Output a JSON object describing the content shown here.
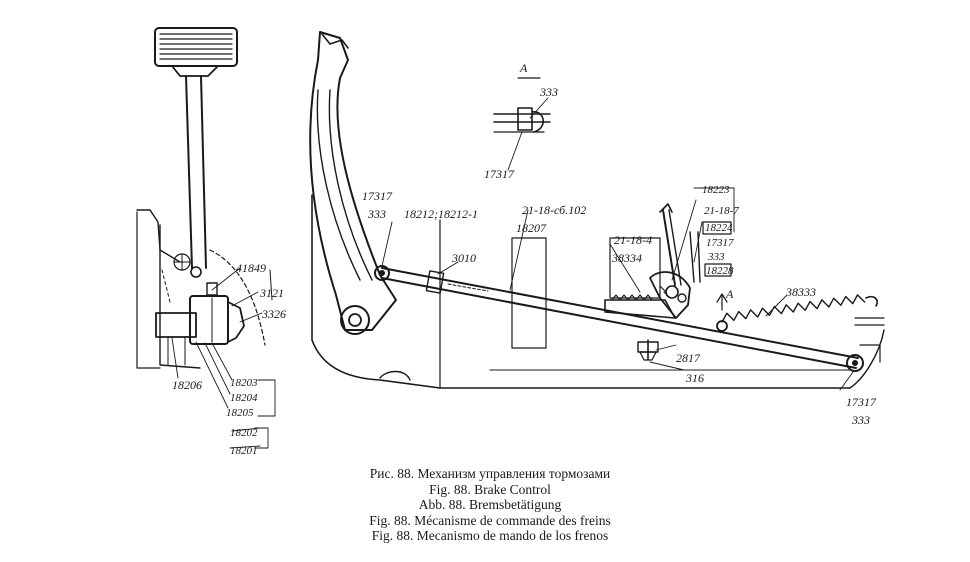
{
  "labels": {
    "view_a": "A",
    "p333_top": "333",
    "p17317_top": "17317",
    "p17317_left": "17317",
    "p333_left": "333",
    "p18212": "18212;18212-1",
    "p21_18_sb": "21-18-сб.102",
    "p18207": "18207",
    "p3010": "3010",
    "p21_18_4": "21-18-4",
    "p38334": "38334",
    "p18223": "18223",
    "p21_18_7": "21-18-7",
    "p18224": "18224",
    "p17317_mid": "17317",
    "p333_mid": "333",
    "p18228": "18228",
    "arrow_a": "A",
    "p38333": "38333",
    "p2817": "2817",
    "p316": "316",
    "p17317_right": "17317",
    "p333_right": "333",
    "p41849": "41849",
    "p3121": "3121",
    "p3326": "3326",
    "p18206": "18206",
    "p18203": "18203",
    "p18204": "18204",
    "p18205": "18205",
    "p18202": "18202",
    "p18201": "18201"
  },
  "caption": {
    "ru": "Рис. 88. Механизм управления тормозами",
    "en": "Fig. 88. Brake Control",
    "de": "Abb. 88. Bremsbetätigung",
    "fr": "Fig. 88. Mécanisme de commande des freins",
    "es": "Fig. 88. Mecanismo de mando de los frenos"
  }
}
